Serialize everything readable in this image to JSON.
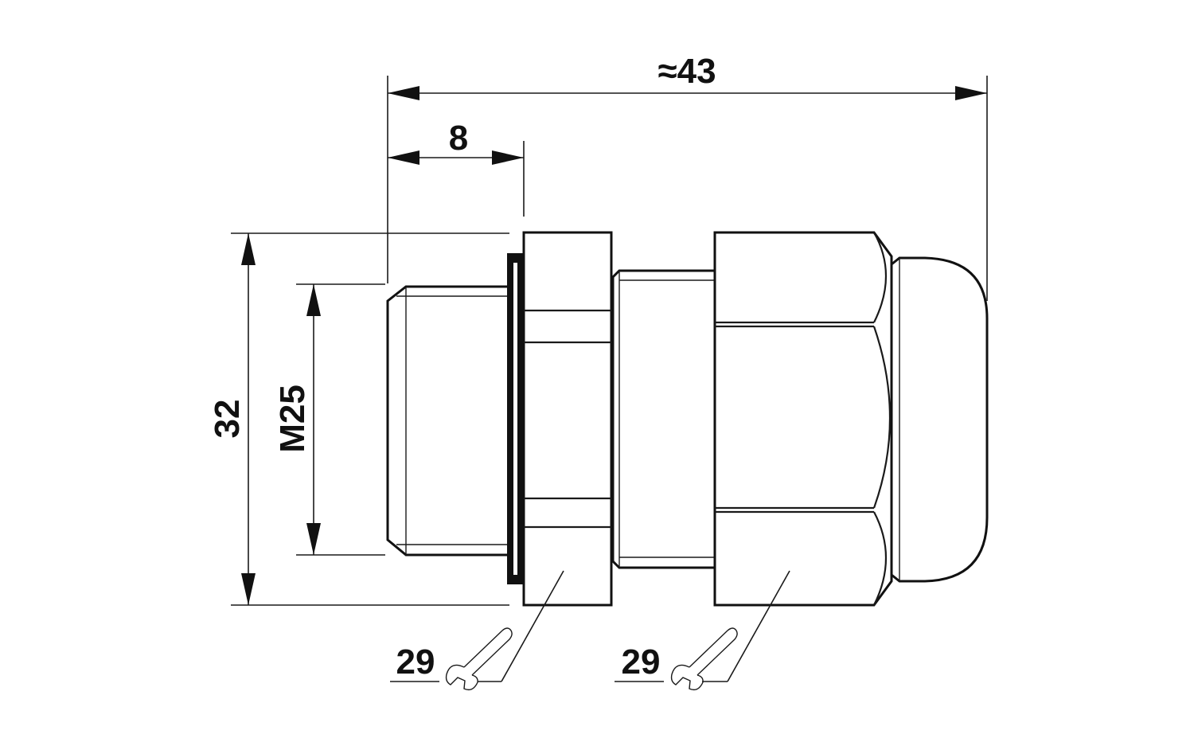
{
  "dimensions": {
    "overall_length": "≈43",
    "thread_length": "8",
    "outer_height": "32",
    "thread_size": "M25"
  },
  "wrench_sizes": {
    "body_nut": "29",
    "dome_nut": "29"
  },
  "colors": {
    "line": "#111111",
    "background": "#ffffff",
    "seal": "#111111"
  },
  "icons": [
    "wrench-icon",
    "wrench-icon"
  ]
}
